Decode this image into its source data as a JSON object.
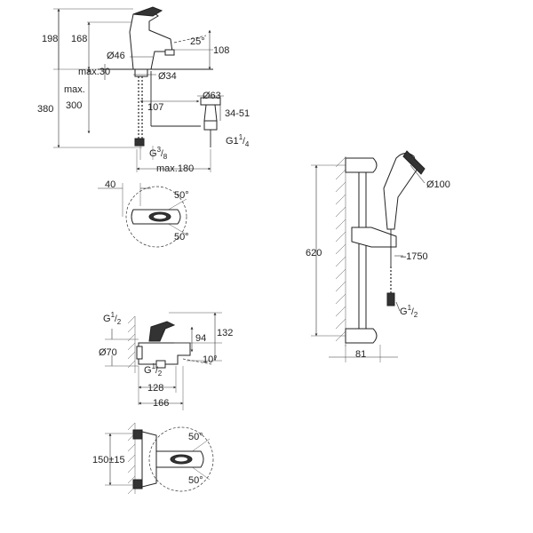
{
  "basin_mixer_side": {
    "dims": {
      "d198": "198",
      "d168": "168",
      "d25deg": "25°",
      "d108": "108",
      "d46": "Ø46",
      "max30": "max.30",
      "d34": "Ø34",
      "max": "max.",
      "d380": "380",
      "d300": "300",
      "d107": "107",
      "d63": "Ø63",
      "d34_51": "34-51",
      "g1_main": "G1",
      "g1_sup": "1",
      "g1_sub": "4",
      "g38_main": "G",
      "g38_sup": "3",
      "g38_sub": "8",
      "max180": "max.180"
    }
  },
  "basin_mixer_top": {
    "dims": {
      "d40": "40",
      "a50_top": "50°",
      "a50_bottom": "50°"
    }
  },
  "bath_mixer_side": {
    "dims": {
      "g12_top_main": "G",
      "g12_top_sup": "1",
      "g12_top_sub": "2",
      "d94": "94",
      "d132": "132",
      "d70": "Ø70",
      "g12_mid_main": "G",
      "g12_mid_sup": "1",
      "g12_mid_sub": "2",
      "d10deg": "10°",
      "d128": "128",
      "d166": "166"
    }
  },
  "bath_mixer_top": {
    "dims": {
      "d150": "150±15",
      "a50_top": "50°",
      "a50_bottom": "50°"
    }
  },
  "shower_rail_set": {
    "dims": {
      "d100": "Ø100",
      "d620": "620",
      "d1750": "1750",
      "g12_main": "G",
      "g12_sup": "1",
      "g12_sub": "2",
      "d81": "81"
    }
  }
}
